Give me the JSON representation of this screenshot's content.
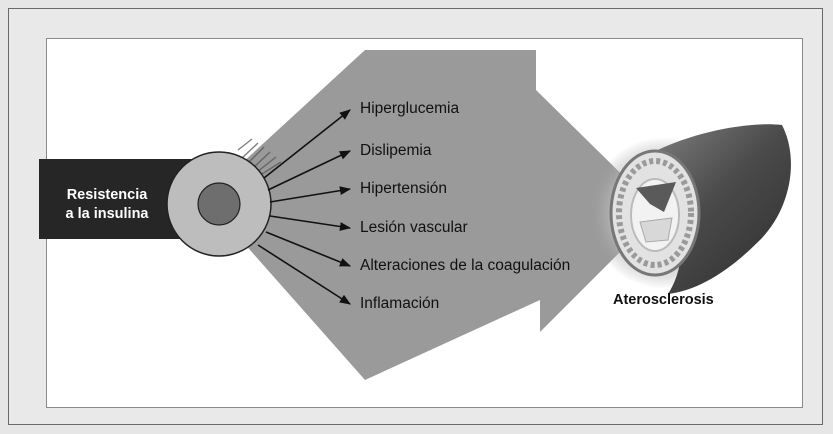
{
  "source_label": [
    "Resistencia",
    "a la insulina"
  ],
  "effects": [
    "Hiperglucemia",
    "Dislipemia",
    "Hipertensión",
    "Lesión vascular",
    "Alteraciones de la coagulación",
    "Inflamación"
  ],
  "outcome_label": "Aterosclerosis",
  "colors": {
    "big_arrow": "#9a9a9a",
    "source_bar": "#262626",
    "ring": "#bdbdbd",
    "core": "#6e6e6e"
  }
}
